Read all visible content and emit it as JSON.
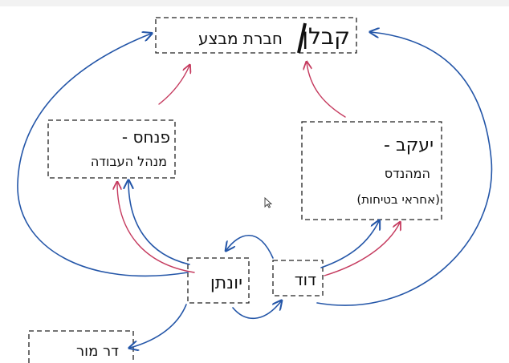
{
  "nodes": {
    "top": {
      "main": "קבלן",
      "sub": "חברת מבצע"
    },
    "left": {
      "title": "פנחס -",
      "sub": "מנהל העבודה"
    },
    "right": {
      "title": "יעקב -",
      "sub1": "המהנדס",
      "sub2": "(אחראי בטיחות)"
    },
    "center": {
      "title": "יונתן"
    },
    "mid": {
      "title": "דוד"
    },
    "bottom": {
      "title": "דר מור"
    }
  },
  "colors": {
    "blue": "#2456a8",
    "red": "#c53a5e",
    "ink": "#111111"
  },
  "icons": {
    "cursor": "mouse-pointer-icon"
  }
}
